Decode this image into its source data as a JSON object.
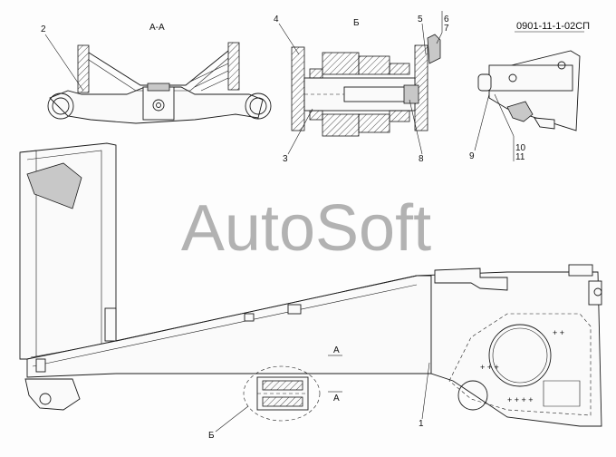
{
  "drawing": {
    "code": "0901-11-1-02СП",
    "watermark": "AutoSoft"
  },
  "views": {
    "section_aa_title": "А-А",
    "view_b_title": "Б",
    "callout_b": "Б",
    "section_mark": "А"
  },
  "callouts": [
    "1",
    "2",
    "3",
    "4",
    "5",
    "6",
    "7",
    "8",
    "9",
    "10",
    "11"
  ]
}
